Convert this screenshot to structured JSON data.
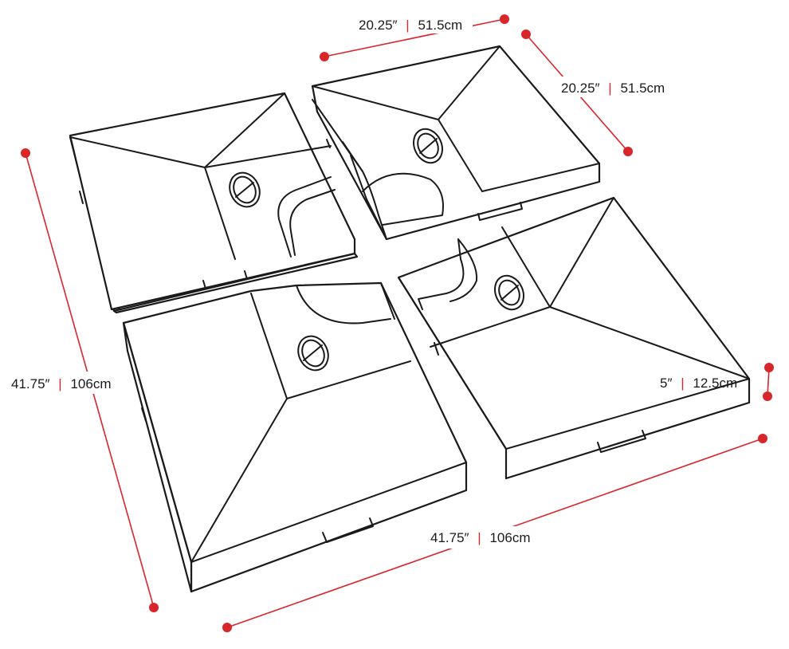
{
  "colors": {
    "dimension": "#d9262b",
    "outline": "#1a1a1a",
    "background": "#ffffff"
  },
  "dimensions": {
    "top_width": {
      "imperial": "20.25″",
      "metric": "51.5cm"
    },
    "top_depth": {
      "imperial": "20.25″",
      "metric": "51.5cm"
    },
    "total_depth": {
      "imperial": "41.75″",
      "metric": "106cm"
    },
    "total_width": {
      "imperial": "41.75″",
      "metric": "106cm"
    },
    "height": {
      "imperial": "5″",
      "metric": "12.5cm"
    }
  },
  "separator": "|",
  "pieces": [
    {
      "name": "base-piece-back-left"
    },
    {
      "name": "base-piece-back-right"
    },
    {
      "name": "base-piece-front-left"
    },
    {
      "name": "base-piece-front-right"
    }
  ]
}
